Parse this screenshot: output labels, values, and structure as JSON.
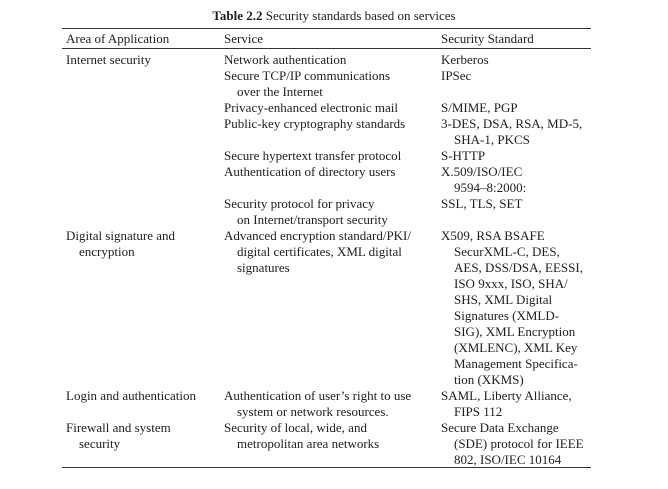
{
  "caption": {
    "label": "Table 2.2",
    "title": "Security standards based on services"
  },
  "headers": {
    "area": "Area of Application",
    "service": "Service",
    "standard": "Security Standard"
  },
  "rows": [
    {
      "area": [
        "Internet security"
      ],
      "service": [
        "Network authentication"
      ],
      "standard": [
        "Kerberos"
      ]
    },
    {
      "area": [],
      "service": [
        "Secure TCP/IP communications",
        "over the Internet"
      ],
      "standard": [
        "IPSec"
      ]
    },
    {
      "area": [],
      "service": [
        "Privacy-enhanced electronic mail"
      ],
      "standard": [
        "S/MIME, PGP"
      ]
    },
    {
      "area": [],
      "service": [
        "Public-key cryptography standards"
      ],
      "standard": [
        "3-DES, DSA, RSA, MD-5,",
        "SHA-1, PKCS"
      ]
    },
    {
      "area": [],
      "service": [
        "Secure hypertext transfer protocol"
      ],
      "standard": [
        "S-HTTP"
      ]
    },
    {
      "area": [],
      "service": [
        "Authentication of directory users"
      ],
      "standard": [
        "X.509/ISO/IEC",
        "9594–8:2000:"
      ]
    },
    {
      "area": [],
      "service": [
        "Security protocol for privacy",
        "on Internet/transport security"
      ],
      "standard": [
        "SSL, TLS, SET"
      ]
    },
    {
      "area": [
        "Digital signature and",
        "encryption"
      ],
      "service": [
        "Advanced encryption standard/PKI/",
        "digital certificates, XML digital",
        "signatures"
      ],
      "standard": [
        "X509, RSA BSAFE",
        "SecurXML-C, DES,",
        "AES, DSS/DSA, EESSI,",
        "ISO 9xxx, ISO, SHA/",
        "SHS, XML Digital",
        "Signatures (XMLD-",
        "SIG), XML Encryption",
        "(XMLENC), XML Key",
        "Management Specifica-",
        "tion (XKMS)"
      ]
    },
    {
      "area": [
        "Login and authentication"
      ],
      "service": [
        "Authentication of user’s right to use",
        "system or network resources."
      ],
      "standard": [
        "SAML, Liberty Alliance,",
        "FIPS 112"
      ]
    },
    {
      "area": [
        "Firewall and system",
        "security"
      ],
      "service": [
        "Security of local, wide, and",
        "metropolitan area networks"
      ],
      "standard": [
        "Secure Data Exchange",
        "(SDE) protocol for IEEE",
        "802, ISO/IEC 10164"
      ]
    }
  ]
}
